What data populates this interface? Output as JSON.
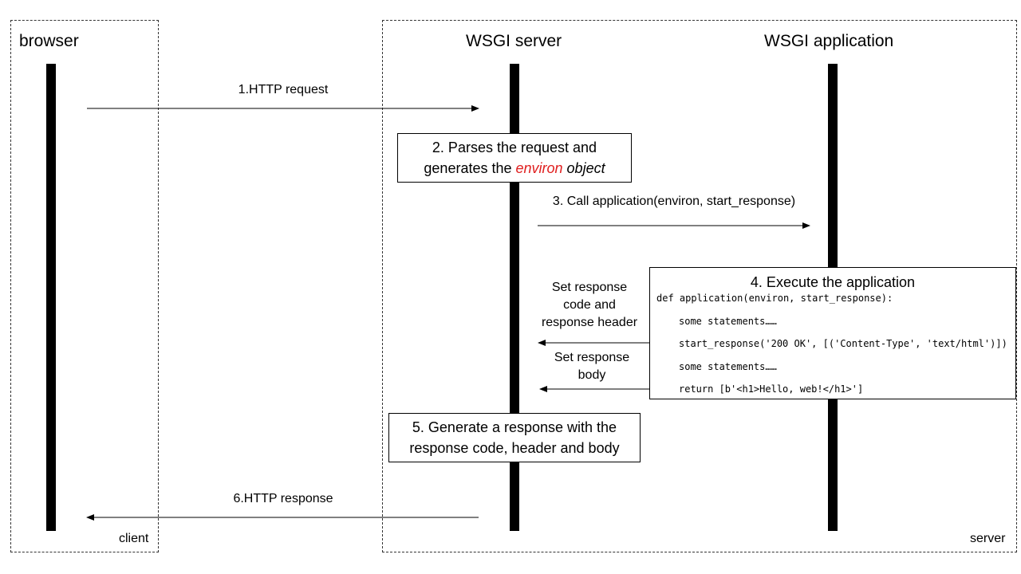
{
  "participants": {
    "browser": "browser",
    "server": "WSGI server",
    "application": "WSGI application"
  },
  "regions": {
    "client": "client",
    "server": "server"
  },
  "messages": {
    "http_request": "1.HTTP request",
    "call_application": "3. Call application(environ, start_response)",
    "set_code_header": [
      "Set response",
      "code and",
      "response header"
    ],
    "set_body": [
      "Set response",
      "body"
    ],
    "http_response": "6.HTTP response"
  },
  "parse_box": {
    "line1": "2. Parses the request and",
    "line2_prefix": "generates the ",
    "line2_highlight": "environ",
    "line2_suffix": " object"
  },
  "execute_box": {
    "title": "4. Execute the application",
    "code": [
      "def application(environ, start_response):",
      "some statements……",
      "start_response('200 OK', [('Content-Type', 'text/html')])",
      "some statements……",
      "return [b'<h1>Hello, web!</h1>']"
    ]
  },
  "generate_box": {
    "line1": "5. Generate a response with the",
    "line2": "response code, header and body"
  },
  "colors": {
    "highlight": "#e02020",
    "line": "#000000"
  }
}
